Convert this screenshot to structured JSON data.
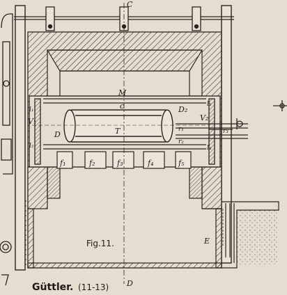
{
  "labels": {
    "C": "C",
    "D_bottom": "D",
    "M": "M",
    "c": "c",
    "T": "T",
    "D_left": "D",
    "D2": "D₂",
    "l1": "l₁",
    "l2": "l₂",
    "l3": "l₃",
    "l4": "l₄",
    "V1": "V₁",
    "V2": "V₂",
    "r1": "r₁",
    "r2": "r₂",
    "r3": "r₃",
    "f1": "f₁",
    "f2": "f₂",
    "f3": "f₃",
    "f4": "f₄",
    "f5": "f₅",
    "E": "E"
  },
  "figure_label": "Fig.11.",
  "caption": {
    "name": "Güttler.",
    "ref": "(11-13)"
  },
  "colors": {
    "paper": "#e4ddd0",
    "ink": "#1e1a16"
  }
}
